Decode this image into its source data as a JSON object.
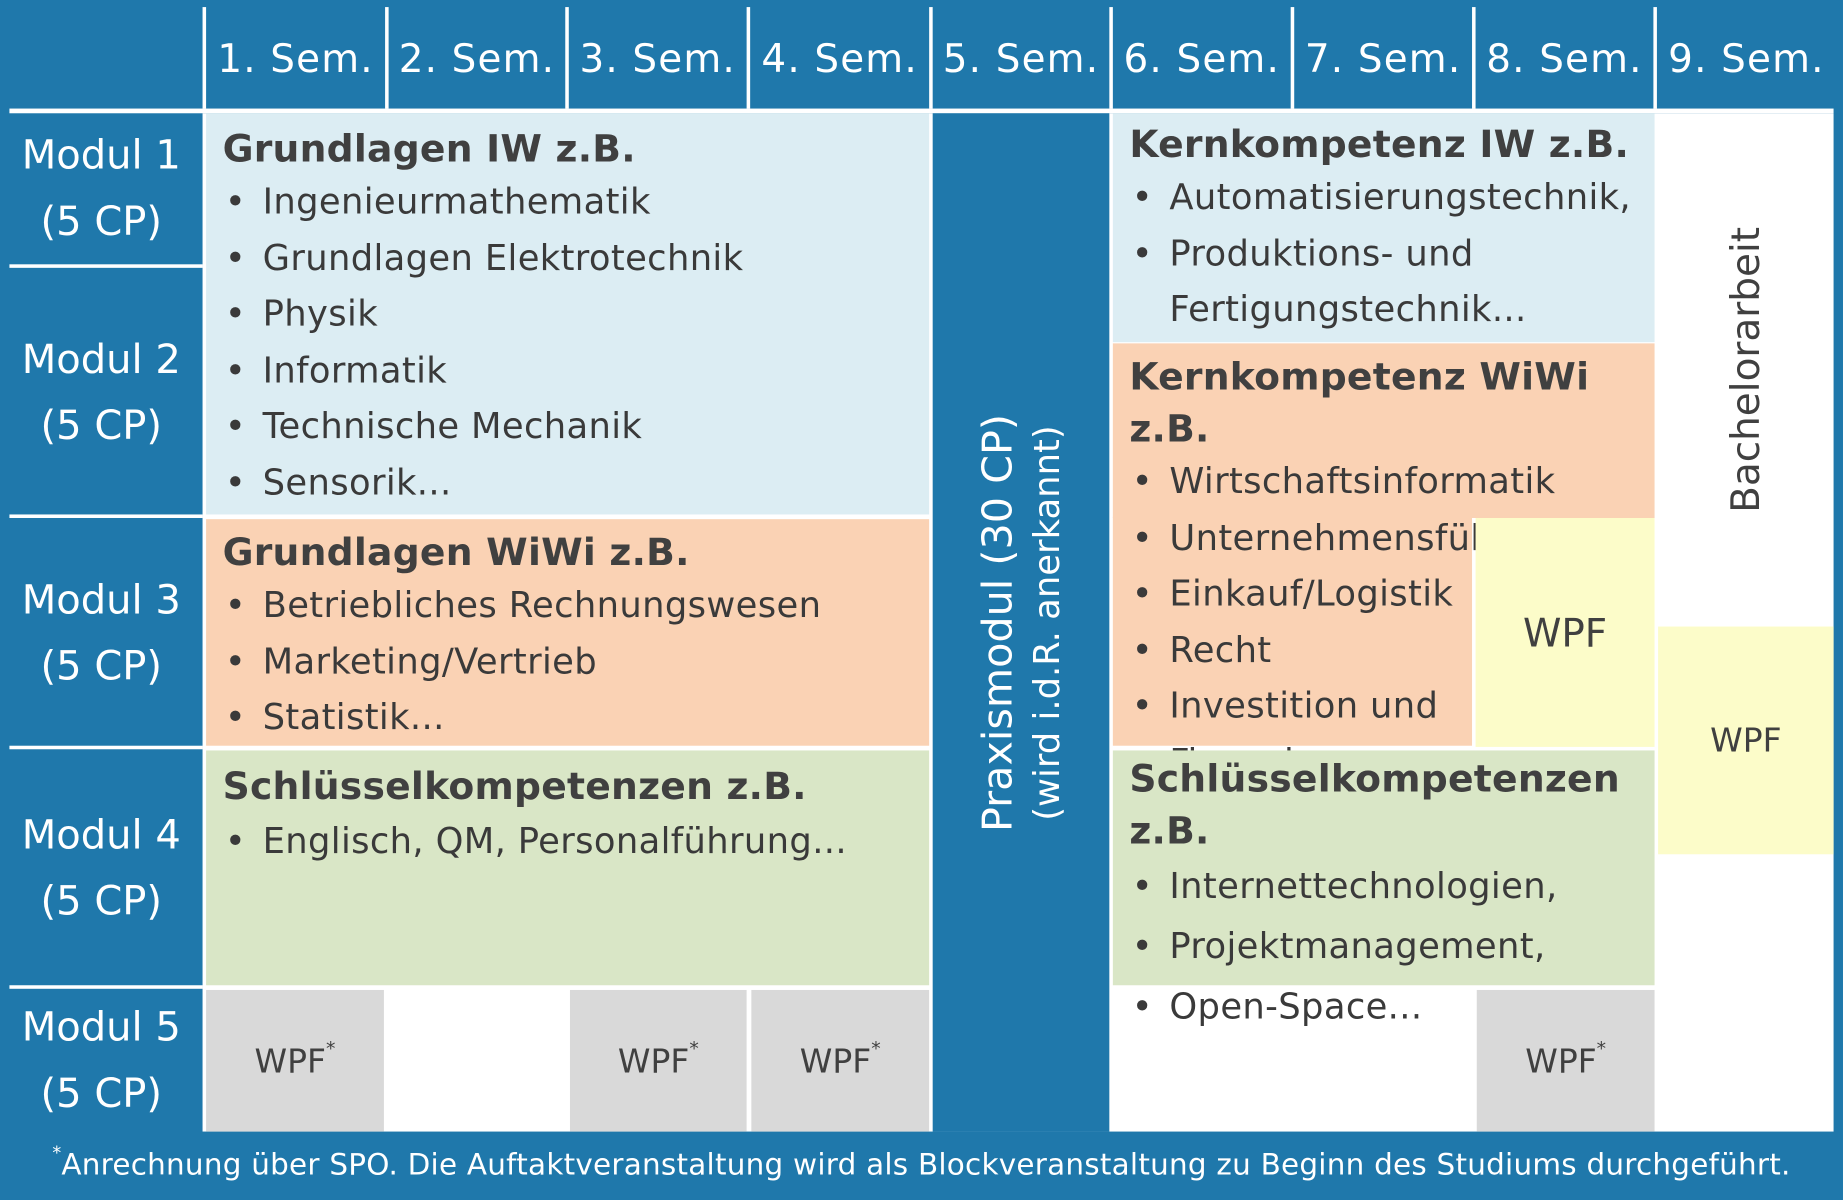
{
  "semesters": [
    "1. Sem.",
    "2. Sem.",
    "3. Sem.",
    "4. Sem.",
    "5. Sem.",
    "6. Sem.",
    "7. Sem.",
    "8. Sem.",
    "9. Sem."
  ],
  "modules": [
    {
      "name": "Modul 1",
      "cp": "(5 CP)"
    },
    {
      "name": "Modul 2",
      "cp": "(5 CP)"
    },
    {
      "name": "Modul 3",
      "cp": "(5 CP)"
    },
    {
      "name": "Modul 4",
      "cp": "(5 CP)"
    },
    {
      "name": "Modul 5",
      "cp": "(5 CP)"
    }
  ],
  "blocks": {
    "grundlagen_iw": {
      "title": "Grundlagen IW z.B.",
      "items": [
        "Ingenieurmathematik",
        "Grundlagen Elektrotechnik",
        "Physik",
        "Informatik",
        "Technische Mechanik",
        "Sensorik..."
      ]
    },
    "grundlagen_wiwi": {
      "title": "Grundlagen WiWi z.B.",
      "items": [
        "Betriebliches Rechnungswesen",
        "Marketing/Vertrieb",
        "Statistik..."
      ]
    },
    "schluessel_left": {
      "title": "Schlüsselkompetenzen z.B.",
      "items": [
        "Englisch, QM, Personalführung..."
      ]
    },
    "kern_iw": {
      "title": "Kernkompetenz IW z.B.",
      "items": [
        "Automatisierungstechnik,",
        "Produktions- und"
      ],
      "continuation": "Fertigungstechnik..."
    },
    "kern_wiwi": {
      "title": "Kernkompetenz WiWi z.B.",
      "items": [
        "Wirtschaftsinformatik",
        "Unternehmensführung",
        "Einkauf/Logistik",
        "Recht",
        "Investition und"
      ],
      "continuation": "Finanzierung..."
    },
    "schluessel_right": {
      "title": "Schlüsselkompetenzen z.B.",
      "items": [
        "Internettechnologien,",
        "Projektmanagement,",
        "Open-Space..."
      ]
    }
  },
  "bullet": "•",
  "praxis": {
    "line1": "Praxismodul (30 CP)",
    "line2": "(wird i.d.R. anerkannt)"
  },
  "bachelor": "Bachelorarbeit",
  "wpf": "WPF",
  "wpf_star": "*",
  "footnote": {
    "star": "*",
    "text": "Anrechnung über SPO. Die Auftaktveranstaltung wird als Blockveranstaltung zu Beginn des Studiums durchgeführt."
  },
  "colors": {
    "frame": "#1f78ab",
    "iw": "#dcedf3",
    "wiwi": "#fad2b4",
    "schluessel": "#d9e6c6",
    "wpf_grey": "#d9d9d9",
    "wpf_yellow": "#fcfcc9"
  }
}
